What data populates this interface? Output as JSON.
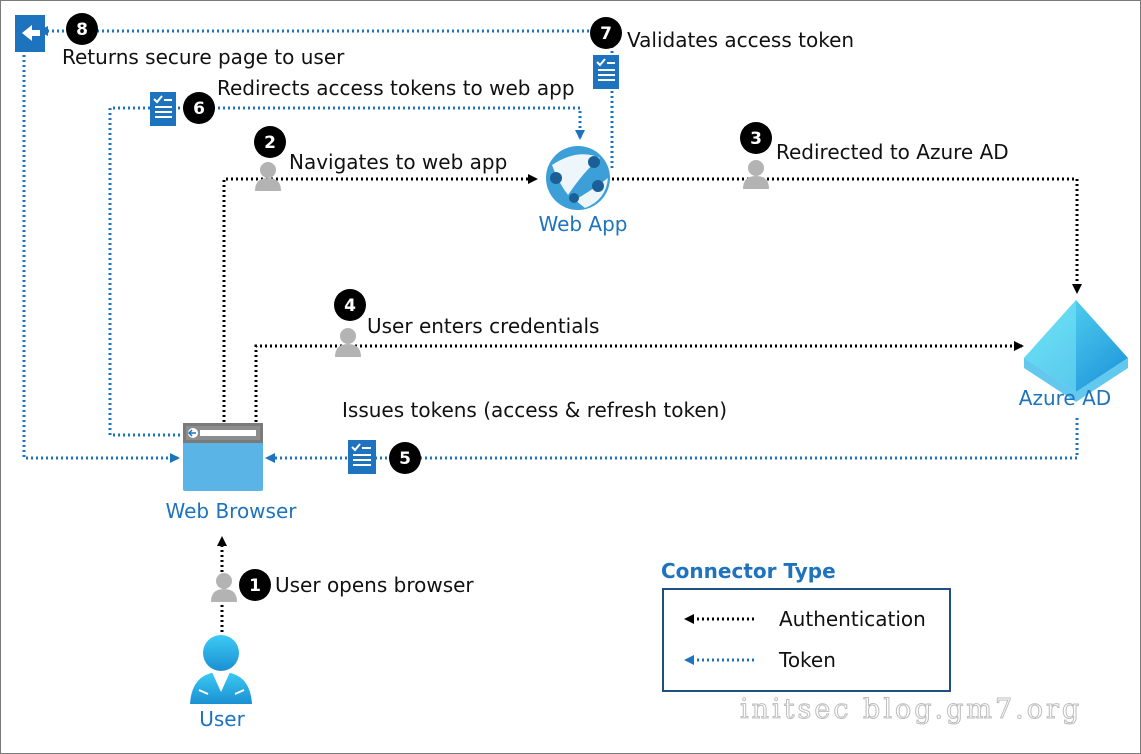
{
  "nodes": {
    "user": "User",
    "web_browser": "Web Browser",
    "web_app": "Web App",
    "azure_ad": "Azure AD"
  },
  "steps": [
    {
      "num": "1",
      "text": "User opens browser"
    },
    {
      "num": "2",
      "text": "Navigates to web app"
    },
    {
      "num": "3",
      "text": "Redirected to Azure AD"
    },
    {
      "num": "4",
      "text": "User enters credentials"
    },
    {
      "num": "5",
      "text": "Issues tokens (access & refresh token)"
    },
    {
      "num": "6",
      "text": "Redirects access tokens to web app"
    },
    {
      "num": "7",
      "text": "Validates access token"
    },
    {
      "num": "8",
      "text": "Returns secure page to user"
    }
  ],
  "legend": {
    "title": "Connector Type",
    "items": [
      {
        "label": "Authentication",
        "color": "#000000"
      },
      {
        "label": "Token",
        "color": "#1e73be"
      }
    ]
  },
  "watermark": "initsec blog.gm7.org",
  "colors": {
    "token": "#1e73be",
    "auth": "#000000",
    "badge": "#000000",
    "person": "#b3b3b3"
  }
}
